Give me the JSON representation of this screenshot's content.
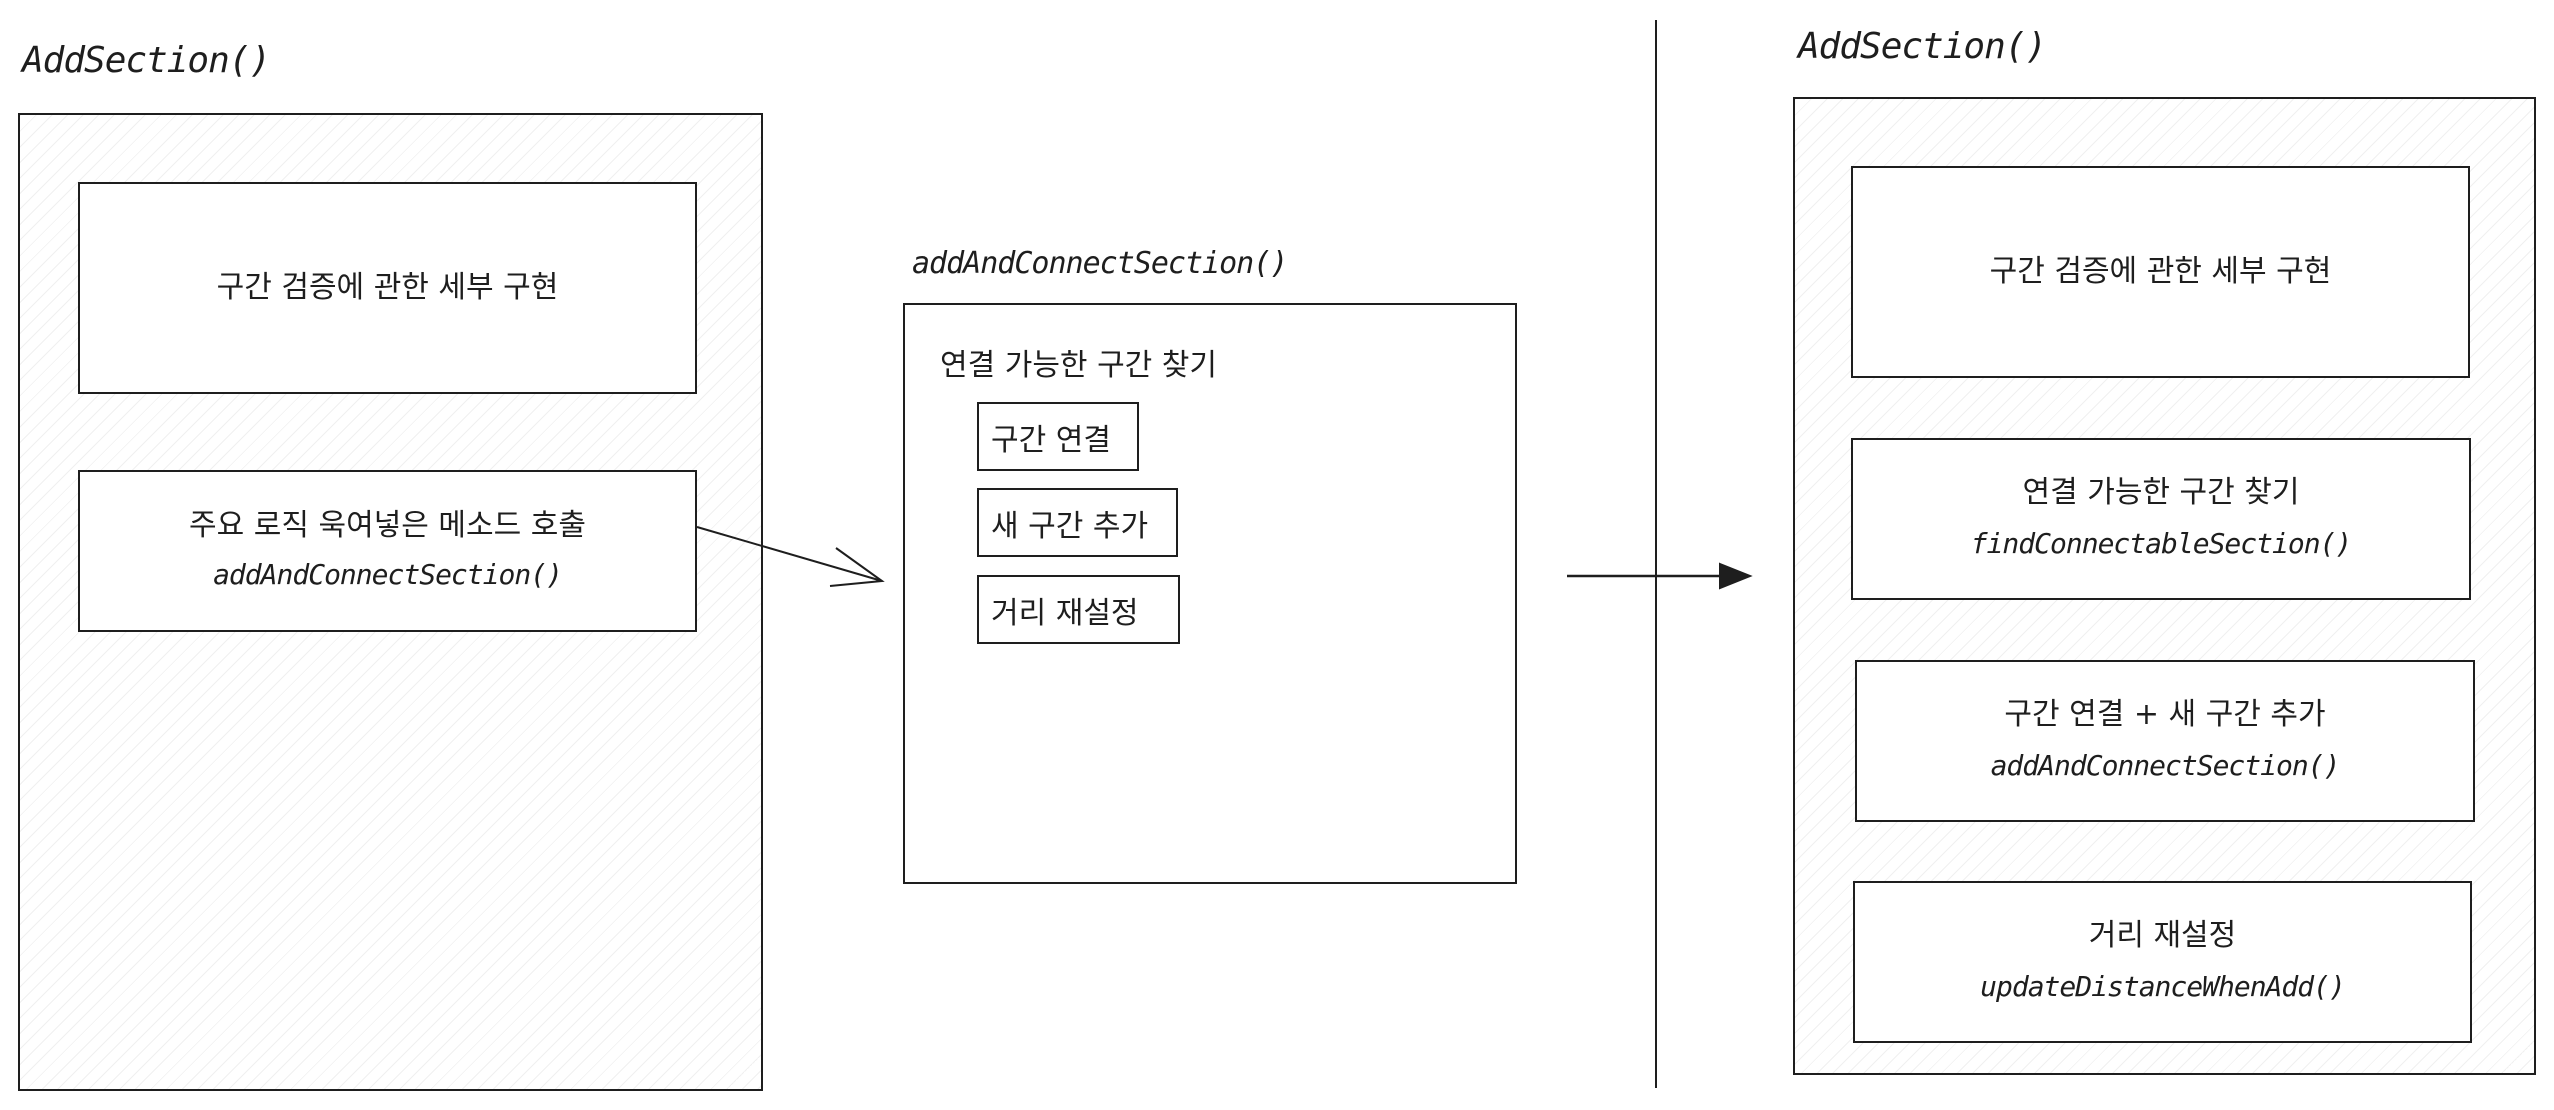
{
  "left_panel": {
    "title": "AddSection()",
    "box1_text": "구간 검증에 관한 세부 구현",
    "box2_line1": "주요 로직 욱여넣은 메소드 호출",
    "box2_line2": "addAndConnectSection()"
  },
  "middle_panel": {
    "title": "addAndConnectSection()",
    "heading": "연결 가능한 구간 찾기",
    "items": [
      "구간 연결",
      "새 구간 추가",
      "거리 재설정"
    ]
  },
  "right_panel": {
    "title": "AddSection()",
    "box1_text": "구간 검증에 관한 세부 구현",
    "boxes": [
      {
        "line1": "연결 가능한 구간 찾기",
        "line2": "findConnectableSection()"
      },
      {
        "line1": "구간 연결 + 새 구간 추가",
        "line2": "addAndConnectSection()"
      },
      {
        "line1": "거리 재설정",
        "line2": "updateDistanceWhenAdd()"
      }
    ]
  },
  "colors": {
    "stroke": "#1e1e1e",
    "background": "#ffffff",
    "hatch": "rgba(0,0,0,0.06)"
  }
}
